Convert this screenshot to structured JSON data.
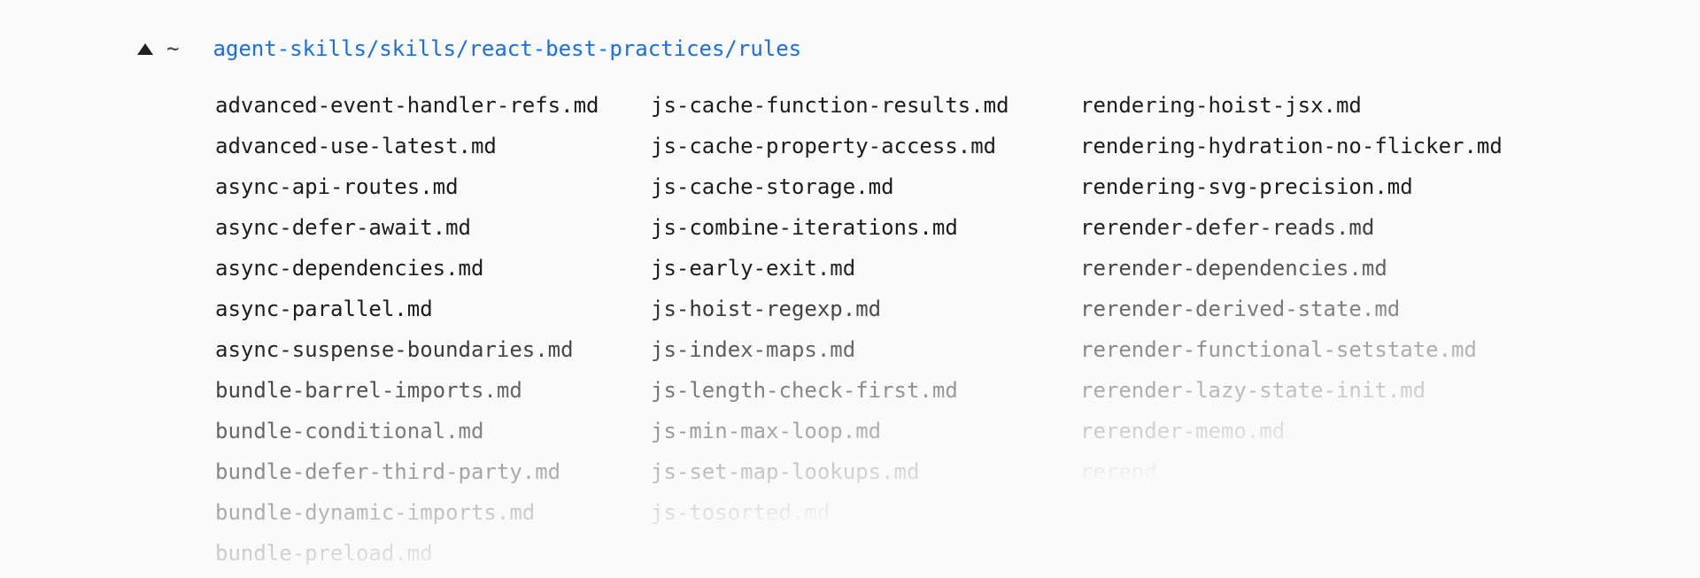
{
  "header": {
    "collapse_icon": "triangle-up",
    "home_symbol": "~",
    "path": "agent-skills/skills/react-best-practices/rules"
  },
  "colors": {
    "background": "#fafafa",
    "file_text": "#1c1c1c",
    "path_link_blue": "#1a6ee2",
    "collapse_triangle": "#1f1f1f"
  },
  "file_columns": [
    {
      "files": [
        "advanced-event-handler-refs.md",
        "advanced-use-latest.md",
        "async-api-routes.md",
        "async-defer-await.md",
        "async-dependencies.md",
        "async-parallel.md",
        "async-suspense-boundaries.md",
        "bundle-barrel-imports.md",
        "bundle-conditional.md",
        "bundle-defer-third-party.md",
        "bundle-dynamic-imports.md",
        "bundle-preload.md"
      ]
    },
    {
      "files": [
        "js-cache-function-results.md",
        "js-cache-property-access.md",
        "js-cache-storage.md",
        "js-combine-iterations.md",
        "js-early-exit.md",
        "js-hoist-regexp.md",
        "js-index-maps.md",
        "js-length-check-first.md",
        "js-min-max-loop.md",
        "js-set-map-lookups.md",
        "js-tosorted.md"
      ]
    },
    {
      "files": [
        "rendering-hoist-jsx.md",
        "rendering-hydration-no-flicker.md",
        "rendering-svg-precision.md",
        "rerender-defer-reads.md",
        "rerender-dependencies.md",
        "rerender-derived-state.md",
        "rerender-functional-setstate.md",
        "rerender-lazy-state-init.md",
        "rerender-memo.md",
        "rerend"
      ]
    }
  ]
}
